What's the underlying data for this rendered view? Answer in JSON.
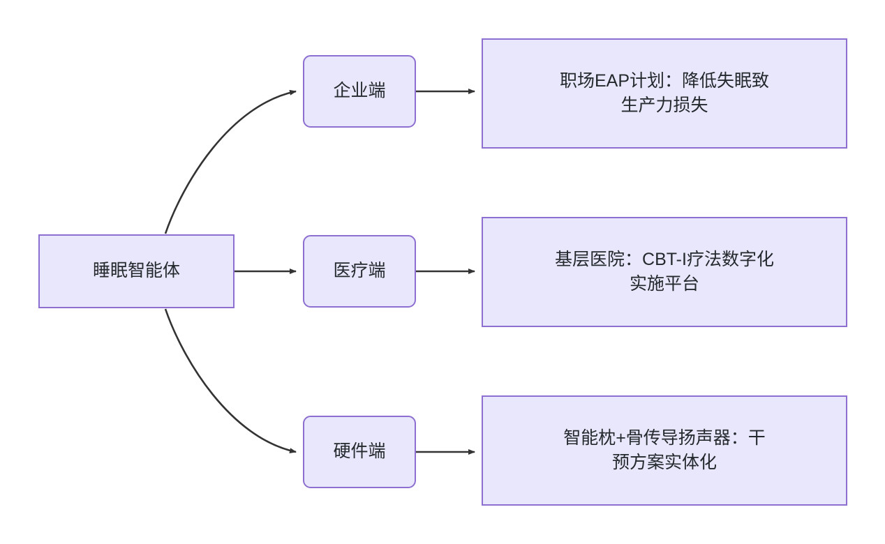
{
  "diagram": {
    "type": "flowchart",
    "direction": "left-to-right",
    "background_color": "#ffffff",
    "node_fill_color": "#e9e7fb",
    "node_border_color": "#8d6fd1",
    "node_text_color": "#24292e",
    "edge_color": "#333333"
  },
  "nodes": {
    "root": {
      "label": "睡眠智能体",
      "shape": "rectangle"
    },
    "enterprise": {
      "label": "企业端",
      "shape": "rounded-rectangle"
    },
    "medical": {
      "label": "医疗端",
      "shape": "rounded-rectangle"
    },
    "hardware": {
      "label": "硬件端",
      "shape": "rounded-rectangle"
    },
    "enterprise_detail": {
      "label": "职场EAP计划：降低失眠致\n生产力损失",
      "shape": "rectangle"
    },
    "medical_detail": {
      "label": "基层医院：CBT-I疗法数字化\n实施平台",
      "shape": "rectangle"
    },
    "hardware_detail": {
      "label": "智能枕+骨传导扬声器：干\n预方案实体化",
      "shape": "rectangle"
    }
  },
  "edges": [
    {
      "from": "root",
      "to": "enterprise",
      "style": "curved",
      "arrow": "filled-triangle"
    },
    {
      "from": "root",
      "to": "medical",
      "style": "straight",
      "arrow": "filled-triangle"
    },
    {
      "from": "root",
      "to": "hardware",
      "style": "curved",
      "arrow": "filled-triangle"
    },
    {
      "from": "enterprise",
      "to": "enterprise_detail",
      "style": "straight",
      "arrow": "filled-triangle"
    },
    {
      "from": "medical",
      "to": "medical_detail",
      "style": "straight",
      "arrow": "filled-triangle"
    },
    {
      "from": "hardware",
      "to": "hardware_detail",
      "style": "straight",
      "arrow": "filled-triangle"
    }
  ]
}
